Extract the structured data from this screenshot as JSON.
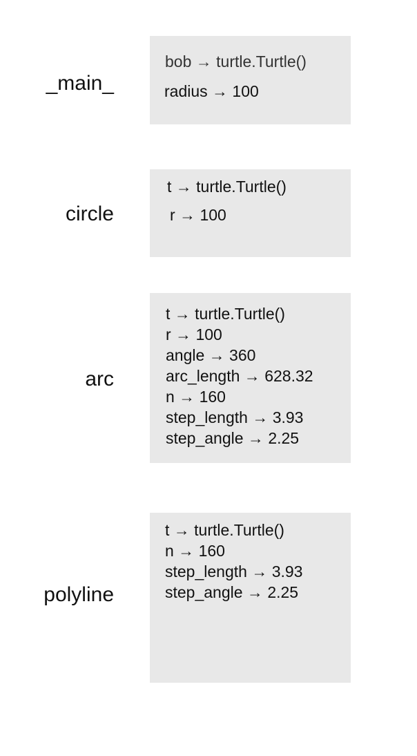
{
  "frames": {
    "main": {
      "label": "_main_",
      "vars": [
        "bob → turtle.Turtle()",
        "radius → 100"
      ]
    },
    "circle": {
      "label": "circle",
      "vars": [
        "t → turtle.Turtle()",
        "r → 100"
      ]
    },
    "arc": {
      "label": "arc",
      "vars": [
        "t → turtle.Turtle()",
        "r → 100",
        "angle → 360",
        "arc_length → 628.32",
        "n → 160",
        "step_length → 3.93",
        "step_angle → 2.25"
      ]
    },
    "polyline": {
      "label": "polyline",
      "vars": [
        "t → turtle.Turtle()",
        "n → 160",
        "step_length → 3.93",
        "step_angle → 2.25"
      ]
    }
  },
  "colors": {
    "frame_fill": "#e8e8e8",
    "text": "#111111",
    "background": "#ffffff"
  }
}
